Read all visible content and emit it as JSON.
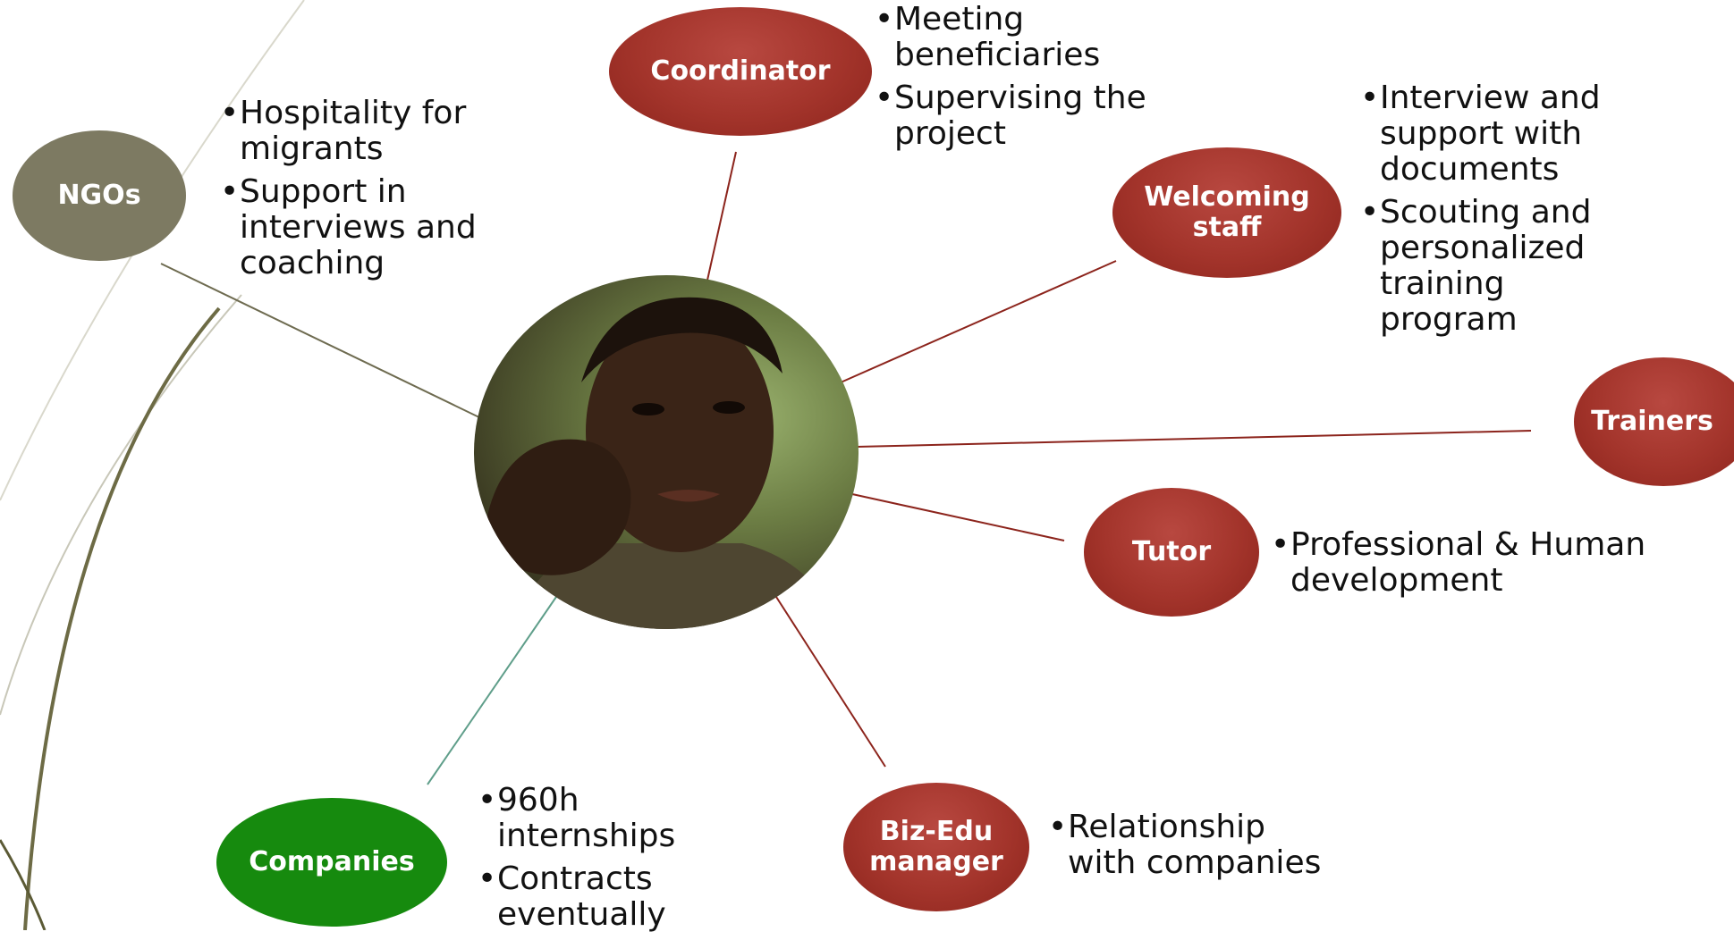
{
  "nodes": {
    "coordinator": "Coordinator",
    "ngos": "NGOs",
    "welcoming": "Welcoming staff",
    "trainers": "Trainers",
    "tutor": "Tutor",
    "bizedu": "Biz-Edu manager",
    "companies": "Companies"
  },
  "bullets": {
    "coordinator": [
      "Meeting beneficiaries",
      "Supervising the project"
    ],
    "ngos": [
      "Hospitality for migrants",
      "Support in interviews and coaching"
    ],
    "welcoming": [
      "Interview and support with documents",
      "Scouting and personalized training program"
    ],
    "tutor": [
      "Professional & Human development"
    ],
    "bizedu": [
      "Relationship with companies"
    ],
    "companies": [
      "960h internships",
      "Contracts eventually"
    ]
  },
  "colors": {
    "node_red": "#a3342b",
    "node_grey": "#7d7a62",
    "node_green": "#168a0e",
    "connector_red": "#8c241c",
    "connector_olive": "#6e6b50",
    "connector_teal": "#5f9e8a",
    "arc_olive": "#5b5a35"
  }
}
